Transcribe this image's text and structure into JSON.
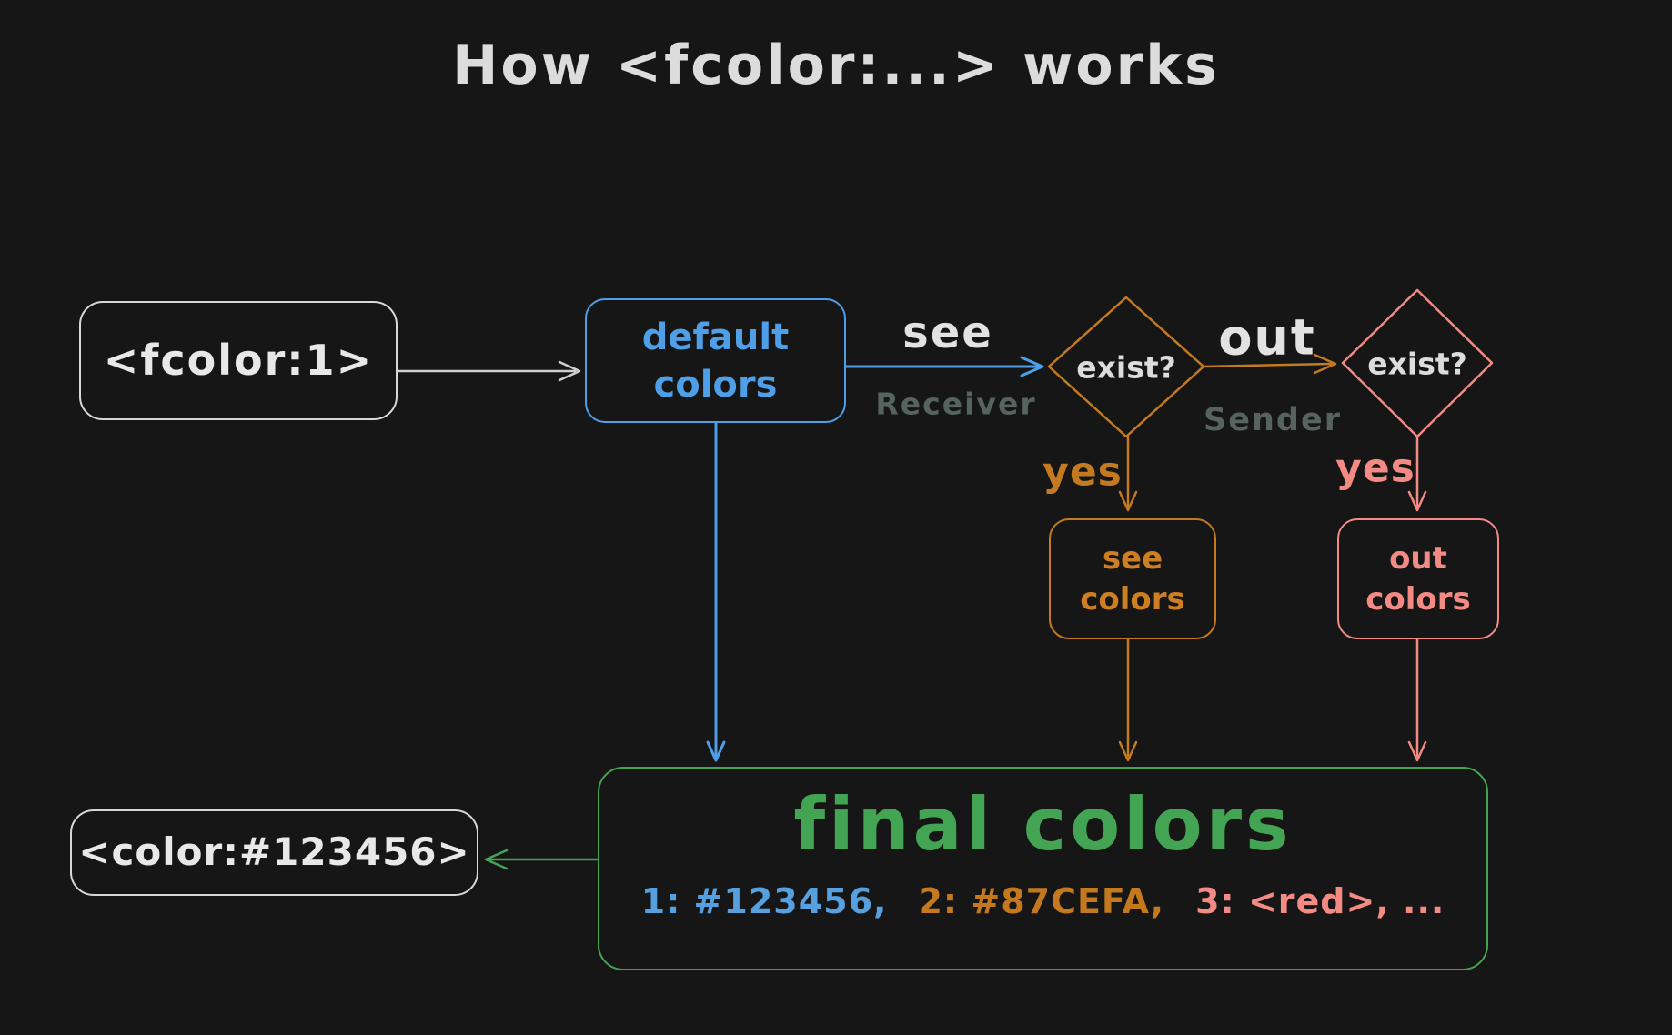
{
  "title": "How <fcolor:...> works",
  "palette": {
    "background": "#161616",
    "white": "#d8d8d8",
    "blue": "#4f9fe8",
    "orange": "#c47a20",
    "pink": "#f48a84",
    "green": "#43a553",
    "muted_gray": "#56635f"
  },
  "nodes": {
    "input": {
      "label": "<fcolor:1>"
    },
    "default_colors": {
      "line1": "default",
      "line2": "colors"
    },
    "see_check": {
      "label": "exist?"
    },
    "out_check": {
      "label": "exist?"
    },
    "see_colors": {
      "line1": "see",
      "line2": "colors"
    },
    "out_colors": {
      "line1": "out",
      "line2": "colors"
    },
    "final": {
      "title": "final colors",
      "items": [
        {
          "text": "1: #123456,",
          "color": "#56a0e0"
        },
        {
          "text": "2: #87CEFA,",
          "color": "#c4791f"
        },
        {
          "text": "3: <red>, ...",
          "color": "#f48a84"
        }
      ]
    },
    "output": {
      "label": "<color:#123456>"
    }
  },
  "edges": {
    "see": {
      "label": "see",
      "sublabel": "Receiver"
    },
    "out": {
      "label": "out",
      "sublabel": "Sender"
    },
    "yes_see": "yes",
    "yes_out": "yes"
  }
}
